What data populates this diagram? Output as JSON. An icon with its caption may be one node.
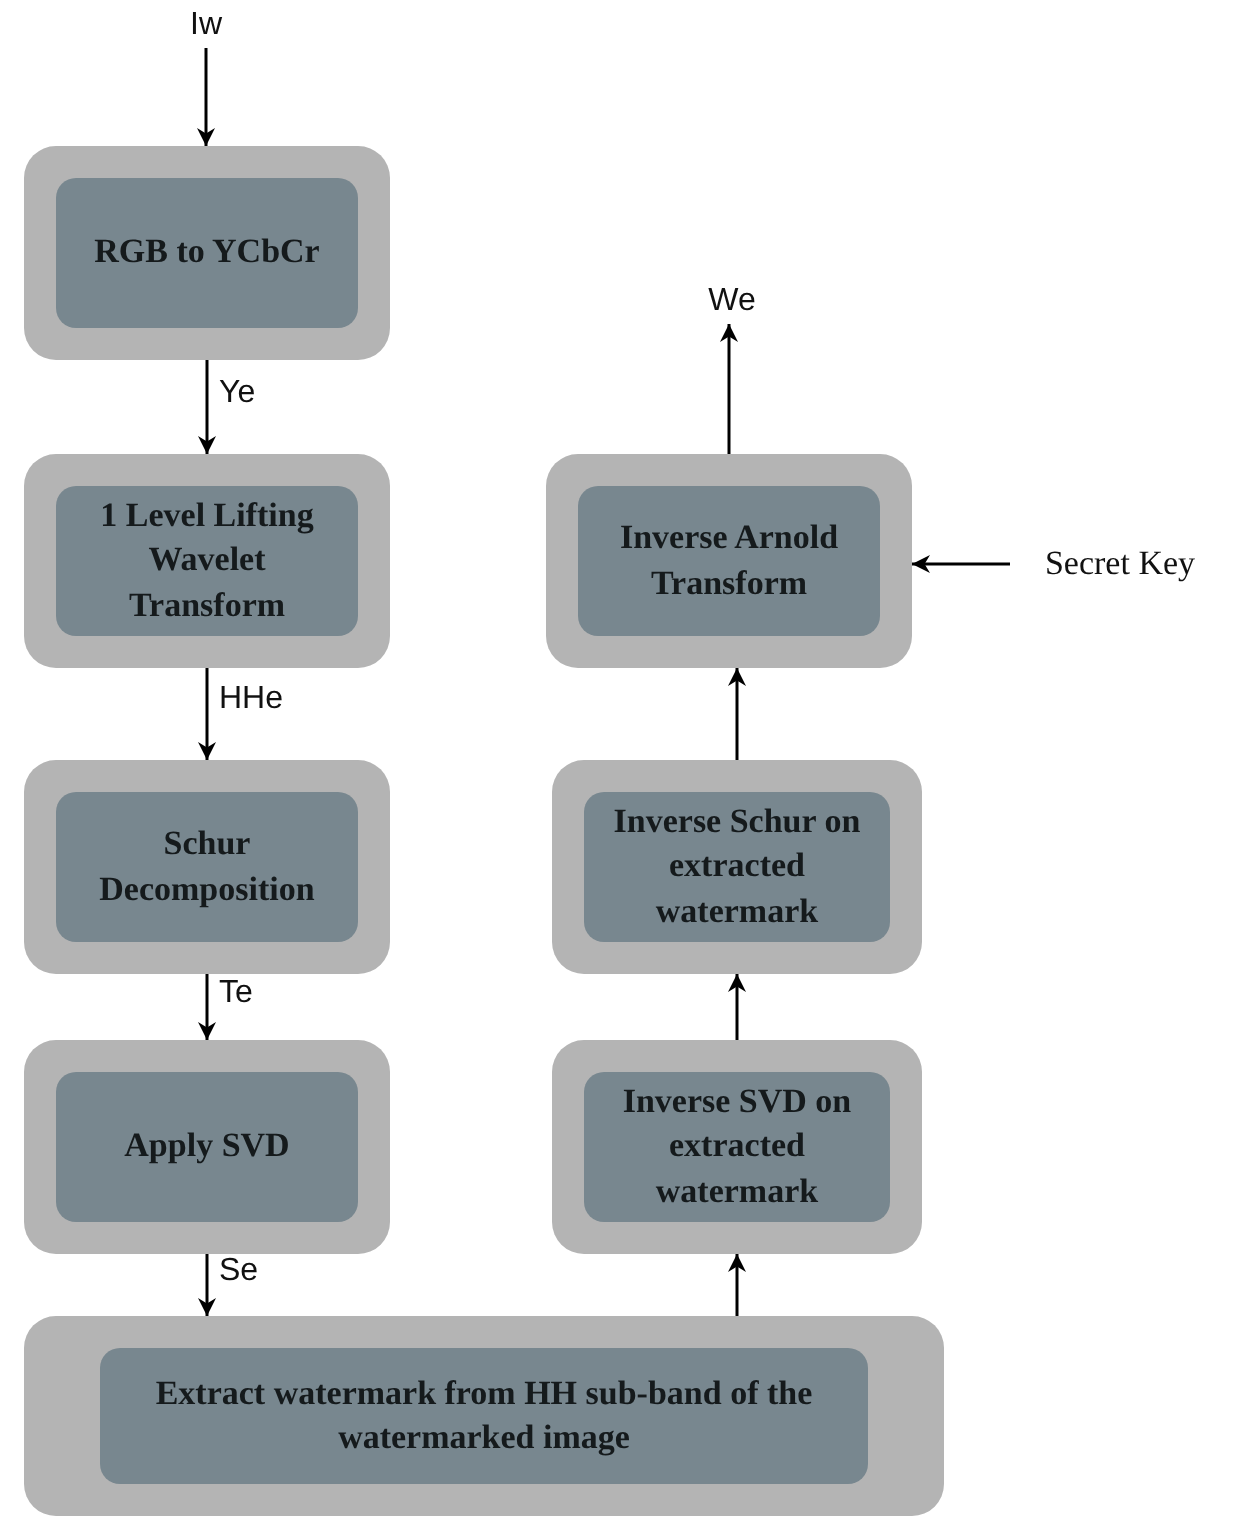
{
  "diagram": {
    "nodes": [
      {
        "text": [
          "Iw"
        ]
      },
      {
        "text": [
          "RGB to YCbCr"
        ]
      },
      {
        "text": [
          "1 Level Lifting Wavelet Transform"
        ]
      },
      {
        "text": [
          "Schur Decomposition"
        ]
      },
      {
        "text": [
          "Apply SVD"
        ]
      },
      {
        "text": [
          "Extract watermark from HH sub-band of the watermarked image"
        ]
      },
      {
        "text": [
          "Inverse SVD on extracted watermark"
        ]
      },
      {
        "text": [
          "Inverse Schur on extracted watermark"
        ]
      },
      {
        "text": [
          "Inverse Arnold Transform"
        ]
      },
      {
        "text": [
          "We"
        ]
      },
      {
        "text": [
          "Secret Key"
        ]
      }
    ],
    "edges": [
      {
        "from": 0,
        "to": 1,
        "arrow": "to"
      },
      {
        "from": 1,
        "to": 2,
        "arrow": "to",
        "label": "Ye"
      },
      {
        "from": 2,
        "to": 3,
        "arrow": "to",
        "label": "HHe"
      },
      {
        "from": 3,
        "to": 4,
        "arrow": "to",
        "label": "Te"
      },
      {
        "from": 4,
        "to": 5,
        "arrow": "to",
        "label": "Se"
      },
      {
        "from": 5,
        "to": 6,
        "arrow": "to"
      },
      {
        "from": 6,
        "to": 7,
        "arrow": "to"
      },
      {
        "from": 7,
        "to": 8,
        "arrow": "to"
      },
      {
        "from": 8,
        "to": 9,
        "arrow": "to"
      },
      {
        "from": 10,
        "to": 8,
        "arrow": "to"
      }
    ]
  }
}
